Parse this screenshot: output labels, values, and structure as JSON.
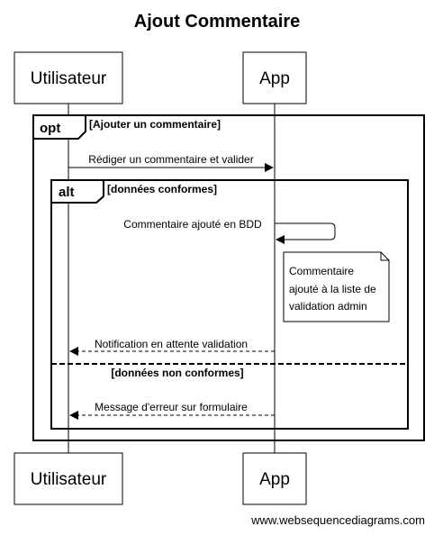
{
  "title": "Ajout Commentaire",
  "participants": [
    "Utilisateur",
    "App"
  ],
  "fragments": {
    "opt": {
      "keyword": "opt",
      "guard": "[Ajouter un commentaire]"
    },
    "alt": {
      "keyword": "alt",
      "guard": "[données conformes]",
      "else_guard": "[données non conformes]"
    }
  },
  "messages": {
    "m1": {
      "from": "Utilisateur",
      "to": "App",
      "text": "Rédiger un commentaire et valider",
      "style": "solid"
    },
    "m2": {
      "from": "App",
      "to": "App",
      "text": "Commentaire ajouté en BDD",
      "style": "solid"
    },
    "m3": {
      "from": "App",
      "to": "Utilisateur",
      "text": "Notification en attente validation",
      "style": "dashed"
    },
    "m4": {
      "from": "App",
      "to": "Utilisateur",
      "text": "Message d'erreur sur formulaire",
      "style": "dashed"
    }
  },
  "note": {
    "lines": [
      "Commentaire",
      "ajouté à la liste de",
      "validation admin"
    ]
  },
  "footer": "www.websequencediagrams.com"
}
